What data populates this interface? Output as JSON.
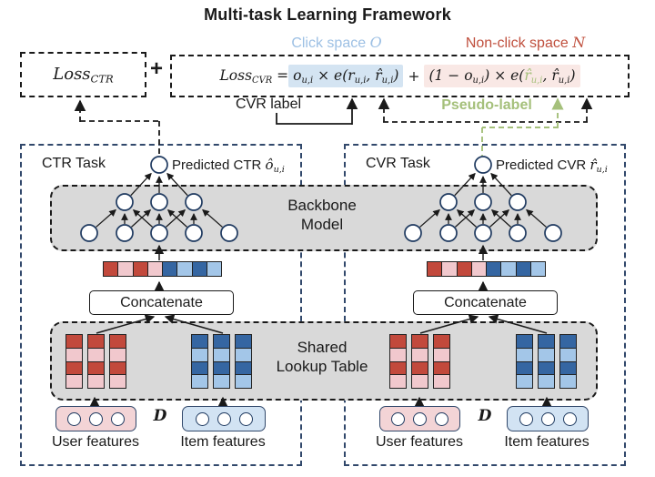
{
  "title": "Multi-task Learning Framework",
  "spaces": {
    "click_prefix": "Click space ",
    "click_symbol": "O",
    "nonclick_prefix": "Non-click space ",
    "nonclick_symbol": "N"
  },
  "loss_ctr_tokens": [
    {
      "t": "Loss"
    },
    {
      "s": "CTR"
    }
  ],
  "plus": "+",
  "formula": {
    "prefix": [
      {
        "t": "Loss"
      },
      {
        "s": "CVR"
      },
      {
        "t": " = "
      }
    ],
    "blue": [
      {
        "t": "o"
      },
      {
        "s": "u,i"
      },
      {
        "t": " × e("
      },
      {
        "t": "r"
      },
      {
        "s": "u,i"
      },
      {
        "t": ", r̂"
      },
      {
        "s": "u,i"
      },
      {
        "t": ")"
      }
    ],
    "mid": "+",
    "pink": [
      {
        "t": "(1 − o"
      },
      {
        "s": "u,i"
      },
      {
        "t": ") × e("
      },
      {
        "t": "r̂",
        "c": "g"
      },
      {
        "s": "u,i",
        "c": "g"
      },
      {
        "t": ", r̂"
      },
      {
        "s": "u,i"
      },
      {
        "t": ")"
      }
    ]
  },
  "labels": {
    "cvr_label": "CVR label",
    "pseudo_label": "Pseudo-label"
  },
  "tasks": [
    {
      "name": "CTR Task",
      "predicted_prefix": "Predicted CTR ",
      "predicted_math": [
        {
          "t": "ô"
        },
        {
          "s": "u,i"
        }
      ]
    },
    {
      "name": "CVR Task",
      "predicted_prefix": "Predicted CVR ",
      "predicted_math": [
        {
          "t": "r̂"
        },
        {
          "s": "u,i"
        }
      ]
    }
  ],
  "backbone": {
    "line1": "Backbone",
    "line2": "Model"
  },
  "lookup": {
    "line1": "Shared",
    "line2": "Lookup Table"
  },
  "concatenate_label": "Concatenate",
  "features": {
    "user_label": "User features",
    "item_label": "Item features",
    "dataset_symbol": "D"
  },
  "patterns": {
    "embedding": [
      "dr",
      "lp",
      "dr",
      "lp",
      "db",
      "lb",
      "db",
      "lb"
    ],
    "red_col": [
      "dr",
      "lp",
      "dr",
      "lp"
    ],
    "blue_col": [
      "db",
      "lb",
      "db",
      "lb"
    ]
  },
  "colors": {
    "dr": "#c2493c",
    "lp": "#f1c8cd",
    "db": "#3566a2",
    "lb": "#a3c6e8",
    "navy": "#1f3a60",
    "task_border": "#31486b",
    "gray": "#d9d9d9",
    "green": "#a5c07b",
    "red_text": "#c0503e",
    "blue_text": "#9dc0e4",
    "hl_blue": "#d4e4f2",
    "hl_pink": "#f9e8e5",
    "user_fill": "#f3d4d6",
    "item_fill": "#d2e3f3"
  }
}
